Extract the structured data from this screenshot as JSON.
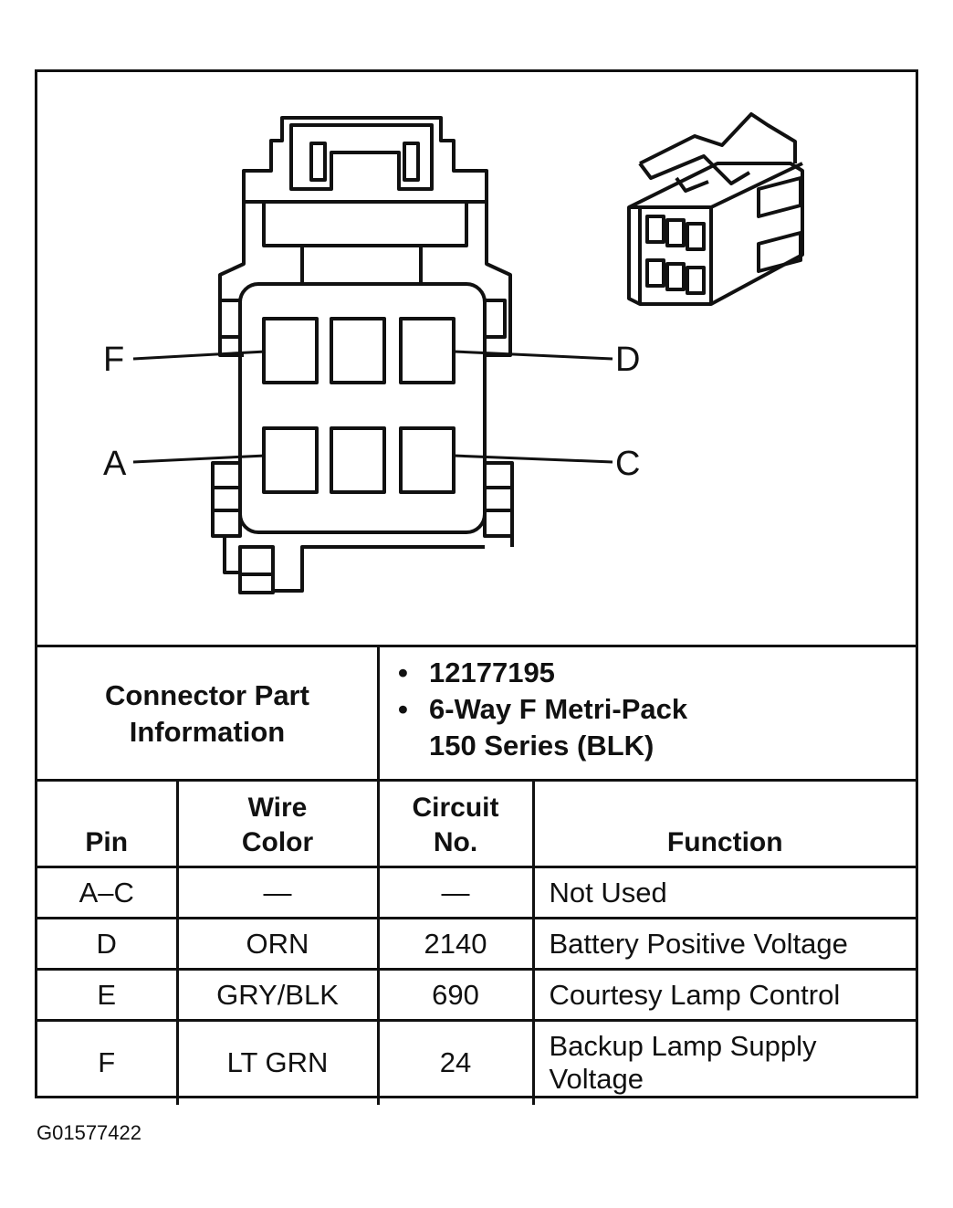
{
  "diagram": {
    "pin_labels": {
      "f": "F",
      "d": "D",
      "a": "A",
      "c": "C"
    }
  },
  "connector_info": {
    "heading_line1": "Connector Part",
    "heading_line2": "Information",
    "part_number": "12177195",
    "description_line1": "6-Way F Metri-Pack",
    "description_line2": "150 Series (BLK)"
  },
  "pin_table": {
    "headers": {
      "pin": "Pin",
      "wire_color_line1": "Wire",
      "wire_color_line2": "Color",
      "circuit_line1": "Circuit",
      "circuit_line2": "No.",
      "function": "Function"
    },
    "rows": [
      {
        "pin": "A–C",
        "wire_color": "—",
        "circuit": "—",
        "function_line1": "Not Used",
        "function_line2": ""
      },
      {
        "pin": "D",
        "wire_color": "ORN",
        "circuit": "2140",
        "function_line1": "Battery Positive Voltage",
        "function_line2": ""
      },
      {
        "pin": "E",
        "wire_color": "GRY/BLK",
        "circuit": "690",
        "function_line1": "Courtesy Lamp Control",
        "function_line2": ""
      },
      {
        "pin": "F",
        "wire_color": "LT GRN",
        "circuit": "24",
        "function_line1": "Backup Lamp Supply",
        "function_line2": "Voltage"
      }
    ]
  },
  "figure_id": "G01577422"
}
